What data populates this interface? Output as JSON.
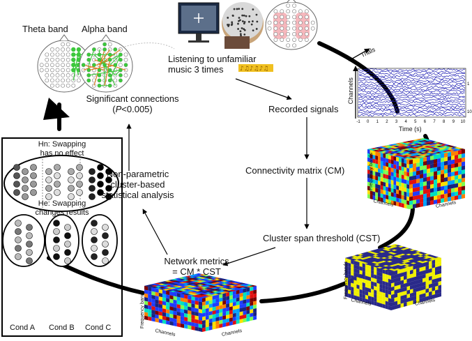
{
  "labels": {
    "theta_band": "Theta band",
    "alpha_band": "Alpha band",
    "listening_line1": "Listening to unfamiliar",
    "listening_line2": "music 3 times",
    "significant_line1": "Significant connections",
    "significant_line2_pre": "(",
    "significant_p": "P",
    "significant_line2_post": "<0.005)",
    "recorded_signals": "Recorded signals",
    "connectivity_matrix": "Connectivity matrix (CM)",
    "cluster_span": "Cluster span threshold (CST)",
    "network_line1": "Network metrics",
    "network_line2": "= CM * CST",
    "nonparam_line1": "Non-parametric",
    "nonparam_line2": "cluster-based",
    "nonparam_line3": "statistical analysis",
    "hn_line1": "Hn: Swapping",
    "hn_line2": "has no effect",
    "he_line1": "He: Swapping",
    "he_line2": "changes results",
    "cond_a": "Cond A",
    "cond_b": "Cond B",
    "cond_c": "Cond C"
  },
  "signal_plot": {
    "trials_label": "Trials",
    "channels_label": "Channels",
    "time_label": "Time (s)",
    "x_ticks": [
      "-1",
      "0",
      "1",
      "2",
      "3",
      "4",
      "5",
      "6",
      "7",
      "8",
      "9",
      "10"
    ],
    "right_ticks": [
      "1",
      "10"
    ],
    "trace_color": "#1f1fb4"
  },
  "cube_axes": {
    "frequency_bands": "Frequency bands",
    "channels": "Channels"
  },
  "colors": {
    "green_node": "#3cc83c",
    "orange_link": "#e07a1a",
    "pink_region": "#f4a6ac",
    "cst_yellow": "#f0f000",
    "cst_blue": "#2a2a8a"
  }
}
